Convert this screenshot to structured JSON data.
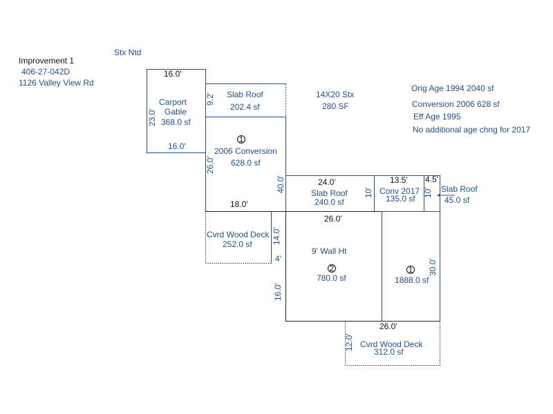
{
  "header": {
    "improvement": "Improvement 1",
    "parcel": "406-27-042D",
    "address": "1126 Valley View Rd",
    "stx_ntd": "Stx Ntd"
  },
  "notes": {
    "stx_label": "14X20 Stx",
    "stx_area": "280 SF",
    "orig_age": "Orig Age 1994 2040 sf",
    "conversion": "Conversion 2006 628 sf",
    "eff_age": "Eff Age 1995",
    "no_change": "No additional age chng for 2017"
  },
  "areas": {
    "carport": {
      "line1": "Carport",
      "line2": "Gable",
      "area": "368.0 sf",
      "top": "16.0'",
      "bottom": "16.0'",
      "side": "23.0'"
    },
    "slab_top": {
      "name": "Slab Roof",
      "area": "202.4 sf",
      "side": "9.2'"
    },
    "conversion": {
      "marker": "1",
      "name": "2006 Conversion",
      "area": "628.0 sf",
      "side": "26.0'",
      "bottom": "18.0'",
      "right": "40.0'"
    },
    "deck_left": {
      "name": "Cvrd Wood Deck",
      "area": "252.0 sf",
      "side": "14.0'",
      "small": "4'"
    },
    "slab_mid": {
      "name": "Slab Roof",
      "area": "240.0 sf",
      "top": "24.0'",
      "side": "10'"
    },
    "conv2017": {
      "name": "Conv 2017",
      "area": "135.0 sf",
      "top": "13.5'",
      "side": "10'"
    },
    "slab_right": {
      "name": "Slab Roof",
      "area": "45.0 sf",
      "top": "4.5'"
    },
    "main2": {
      "marker": "2",
      "name": "9' Wall Ht",
      "area": "780.0 sf",
      "top": "26.0'",
      "side": "16.0'"
    },
    "main1": {
      "marker": "1",
      "area": "1888.0 sf",
      "side": "30.0'"
    },
    "deck_bottom": {
      "name": "Cvrd Wood Deck",
      "area": "312.0 sf",
      "top": "26.0'",
      "side": "12.0'"
    }
  },
  "colors": {
    "line": "#1f4e9a",
    "text_blue": "#1f4e9a",
    "text_black": "#111111"
  }
}
